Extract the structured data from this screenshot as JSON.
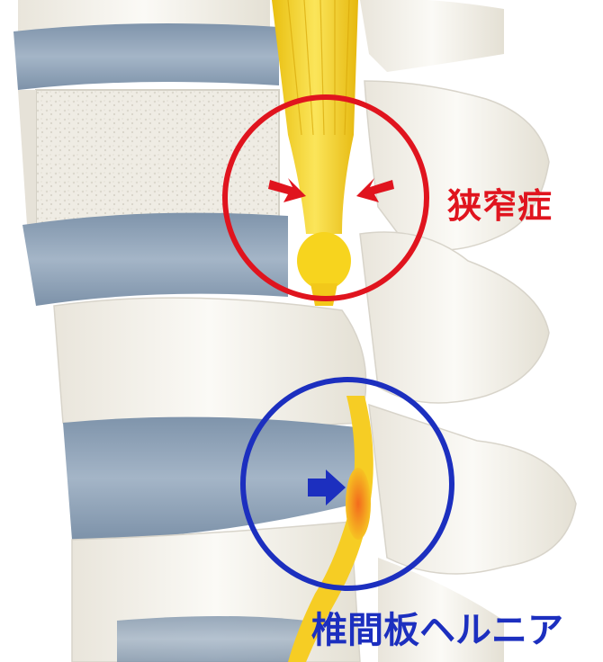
{
  "labels": {
    "stenosis": "狭窄症",
    "hernia": "椎間板ヘルニア"
  },
  "colors": {
    "stenosis_marker": "#e0141e",
    "hernia_marker": "#1c2fbf",
    "spinal_cord": "#f5d21e",
    "nerve_inflamed": "#f08a1e",
    "disc": "#8fa3b8",
    "bone": "#f4f1ea"
  },
  "icons": {
    "stenosis_arrows": "arrow-right-and-left",
    "hernia_arrow": "arrow-right"
  }
}
